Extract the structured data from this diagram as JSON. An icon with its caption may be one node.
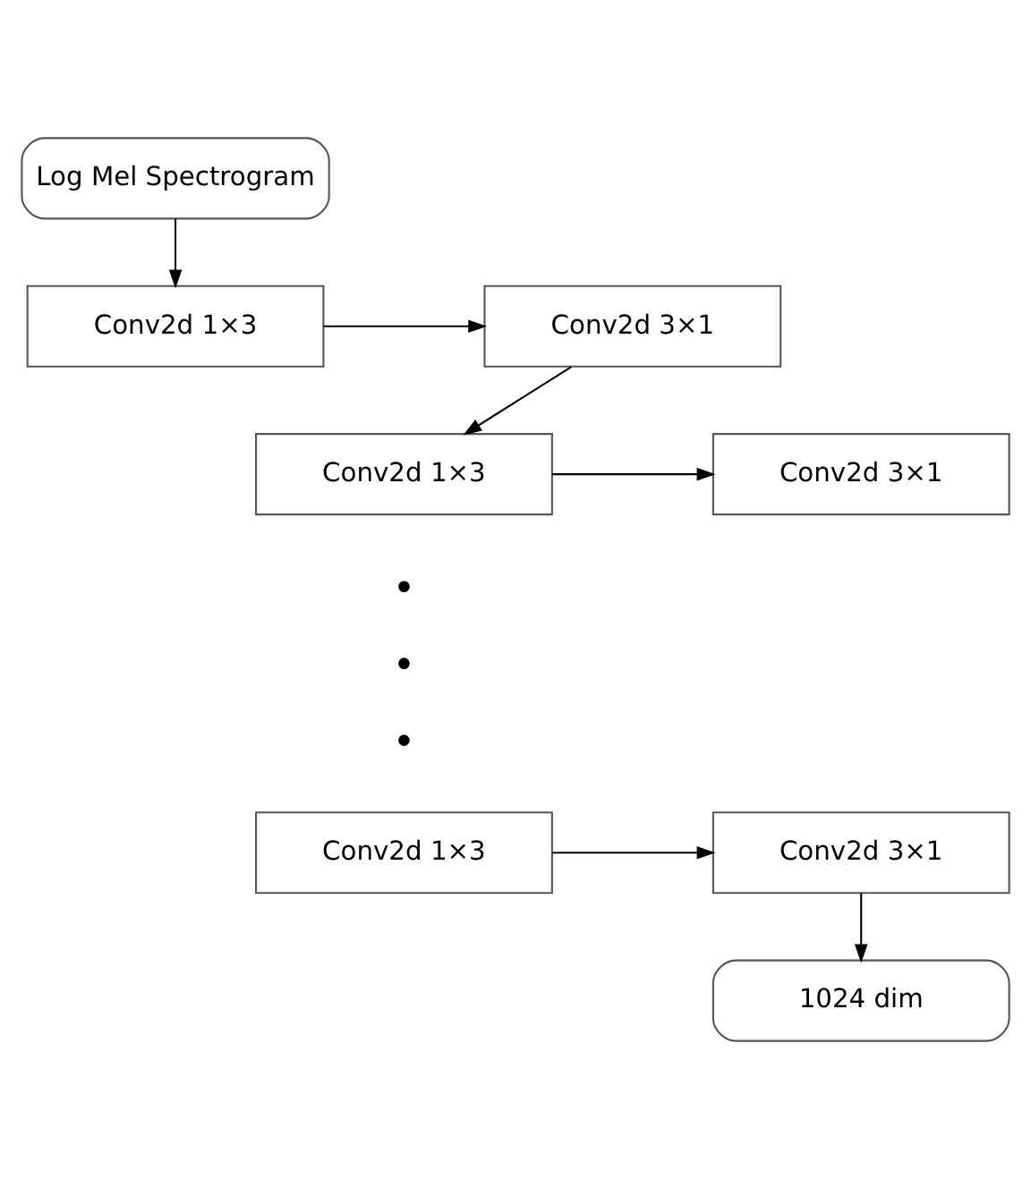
{
  "diagram": {
    "nodes": [
      {
        "text": [
          "Log Mel Spectrogram"
        ]
      },
      {
        "text": [
          "Conv2d 1×3"
        ]
      },
      {
        "text": [
          "Conv2d 3×1"
        ]
      },
      {
        "text": [
          "Conv2d 1×3"
        ]
      },
      {
        "text": [
          "Conv2d 3×1"
        ]
      },
      {
        "text": [
          "Conv2d 1×3"
        ]
      },
      {
        "text": [
          "Conv2d 3×1"
        ]
      },
      {
        "text": [
          "1024 dim"
        ]
      }
    ],
    "edges": [
      {
        "from": 0,
        "to": 1,
        "arrow": "to"
      },
      {
        "from": 1,
        "to": 2,
        "arrow": "to"
      },
      {
        "from": 2,
        "to": 3,
        "arrow": "to"
      },
      {
        "from": 3,
        "to": 4,
        "arrow": "to"
      },
      {
        "from": 5,
        "to": 6,
        "arrow": "to"
      },
      {
        "from": 6,
        "to": 7,
        "arrow": "to"
      }
    ]
  }
}
